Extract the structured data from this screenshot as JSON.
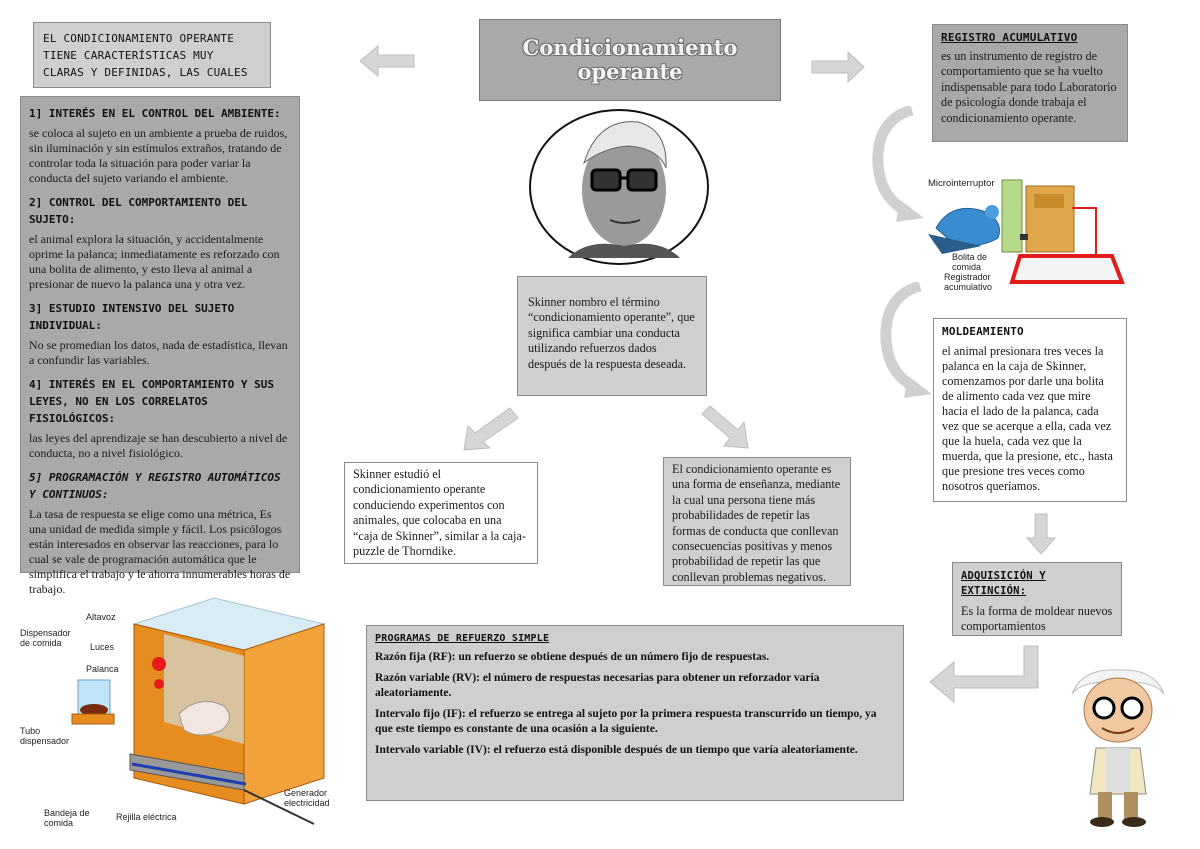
{
  "title": "Condicionamiento operante",
  "intro": "EL CONDICIONAMIENTO OPERANTE TIENE CARACTERÍSTICAS MUY CLARAS Y DEFINIDAS, LAS CUALES",
  "characteristics": [
    {
      "heading": "1] INTERÉS EN EL CONTROL DEL AMBIENTE:",
      "body": "se coloca al sujeto en un ambiente a prueba de ruidos, sin iluminación y sin estímulos extraños, tratando de controlar toda la situación para poder variar la conducta del sujeto variando el ambiente."
    },
    {
      "heading": "2] CONTROL DEL COMPORTAMIENTO DEL SUJETO:",
      "body": "el animal explora la situación, y accidentalmente oprime la palanca; inmediatamente es reforzado con una bolita de alimento, y esto lleva al animal a presionar de nuevo la palanca una y otra vez."
    },
    {
      "heading": "3] ESTUDIO INTENSIVO DEL SUJETO INDIVIDUAL:",
      "body": "No se promedian los datos, nada de estadística, llevan a confundir las variables."
    },
    {
      "heading": "4] INTERÉS EN EL COMPORTAMIENTO Y SUS LEYES, NO EN LOS CORRELATOS FISIOLÓGICOS:",
      "body": "las leyes del aprendizaje se han descubierto a nivel de conducta, no a nivel fisiológico."
    },
    {
      "heading": "5] PROGRAMACIÓN Y REGISTRO AUTOMÁTICOS Y CONTINUOS:",
      "body": "La tasa de respuesta se elige como una métrica, Es una unidad de medida simple y fácil. Los psicólogos están interesados en observar las reacciones, para lo cual se vale de programación automática que le simplifica el trabajo y le ahorra innumerables horas de trabajo."
    }
  ],
  "definition": "Skinner nombro el término “condicionamiento operante”, que significa cambiar una conducta utilizando refuerzos dados después de la respuesta deseada.",
  "skinner_box": "Skinner estudió el condicionamiento operante conduciendo experimentos con animales, que colocaba en una “caja de Skinner”, similar a la caja-puzzle de Thorndike.",
  "teaching": "El condicionamiento operante es una forma de enseñanza, mediante la cual una persona tiene más probabilidades de repetir las formas de conducta que conllevan consecuencias positivas y menos probabilidad de repetir las que conllevan problemas negativos.",
  "registro": {
    "heading": "REGISTRO ACUMULATIVO",
    "body": "es un instrumento de registro de comportamiento que se ha vuelto indispensable para todo Laboratorio de psicología donde trabaja el condicionamiento operante."
  },
  "moldeamiento": {
    "heading": "MOLDEAMIENTO",
    "body": "el animal presionara tres veces la palanca en la caja de Skinner, comenzamos por darle una bolita de alimento cada vez que mire hacia el lado de la palanca, cada vez que se acerque a ella, cada vez que la huela, cada vez que la muerda, que la presione, etc., hasta que presione tres veces como nosotros queríamos."
  },
  "adquisicion": {
    "heading": "ADQUISICIÓN Y EXTINCIÓN:",
    "body": "Es la forma de moldear nuevos comportamientos"
  },
  "programas": {
    "heading": "PROGRAMAS DE REFUERZO SIMPLE",
    "items": [
      {
        "term": "Razón fija (RF):",
        "desc": " un refuerzo se obtiene después de un número fijo de respuestas."
      },
      {
        "term": "Razón variable (RV):",
        "desc": " el número de respuestas necesarias para obtener un reforzador varía aleatoriamente."
      },
      {
        "term": "Intervalo fijo (IF):",
        "desc": " el refuerzo se entrega al sujeto por la primera respuesta transcurrido un tiempo, ya que este tiempo es constante de una ocasión a la siguiente."
      },
      {
        "term": "Intervalo variable (IV):",
        "desc": " el refuerzo está disponible después de un tiempo que varía aleatoriamente."
      }
    ]
  },
  "recorder_labels": {
    "micro": "Microinterruptor",
    "bolita": "Bolita de comida",
    "registrador": "Registrador acumulativo"
  },
  "box_labels": {
    "altavoz": "Altavoz",
    "dispensador": "Dispensador de comida",
    "luces": "Luces",
    "palanca": "Palanca",
    "tubo": "Tubo dispensador",
    "bandeja": "Bandeja de comida",
    "rejilla": "Rejilla eléctrica",
    "generador": "Generador electricidad"
  }
}
